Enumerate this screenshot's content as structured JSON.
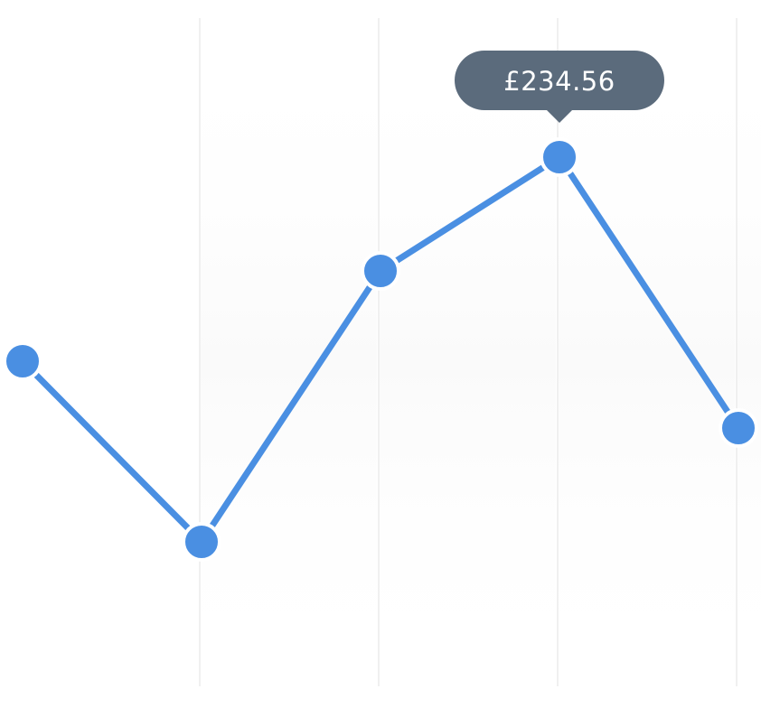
{
  "chart_data": {
    "type": "line",
    "x": [
      1,
      2,
      3,
      4,
      5
    ],
    "values": [
      50,
      30,
      60,
      72.6,
      42.6
    ],
    "ylim": [
      0,
      100
    ],
    "grid": {
      "vertical": true,
      "horizontal": false
    },
    "highlight_index": 3,
    "tooltip": "£234.56",
    "colors": {
      "line": "#4a8fe2",
      "point": "#4a8fe2",
      "point_stroke": "#ffffff",
      "grid": "#ececec",
      "tooltip_bg": "#5b6b7c",
      "tooltip_text": "#ffffff"
    }
  }
}
